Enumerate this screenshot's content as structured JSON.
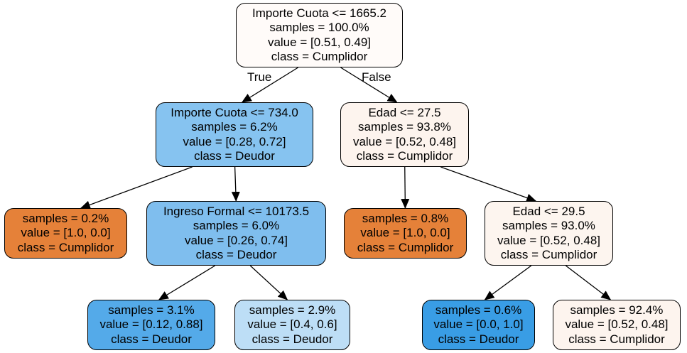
{
  "tree": {
    "nodes": [
      {
        "id": "n0",
        "lines": [
          "Importe Cuota <= 1665.2",
          "samples = 100.0%",
          "value = [0.51, 0.49]",
          "class = Cumplidor"
        ],
        "fill": "#fffbf9"
      },
      {
        "id": "n1",
        "lines": [
          "Importe Cuota <= 734.0",
          "samples = 6.2%",
          "value = [0.28, 0.72]",
          "class = Deudor"
        ],
        "fill": "#86c3f0"
      },
      {
        "id": "n2",
        "lines": [
          "Edad <= 27.5",
          "samples = 93.8%",
          "value = [0.52, 0.48]",
          "class = Cumplidor"
        ],
        "fill": "#fdf4ee"
      },
      {
        "id": "n3",
        "lines": [
          "samples = 0.2%",
          "value = [1.0, 0.0]",
          "class = Cumplidor"
        ],
        "fill": "#e58139"
      },
      {
        "id": "n4",
        "lines": [
          "Ingreso Formal <= 10173.5",
          "samples = 6.0%",
          "value = [0.26, 0.74]",
          "class = Deudor"
        ],
        "fill": "#7fbeee"
      },
      {
        "id": "n5",
        "lines": [
          "samples = 0.8%",
          "value = [1.0, 0.0]",
          "class = Cumplidor"
        ],
        "fill": "#e58139"
      },
      {
        "id": "n6",
        "lines": [
          "Edad <= 29.5",
          "samples = 93.0%",
          "value = [0.52, 0.48]",
          "class = Cumplidor"
        ],
        "fill": "#fdf5ef"
      },
      {
        "id": "n7",
        "lines": [
          "samples = 3.1%",
          "value = [0.12, 0.88]",
          "class = Deudor"
        ],
        "fill": "#54aae9"
      },
      {
        "id": "n8",
        "lines": [
          "samples = 2.9%",
          "value = [0.4, 0.6]",
          "class = Deudor"
        ],
        "fill": "#bddef6"
      },
      {
        "id": "n9",
        "lines": [
          "samples = 0.6%",
          "value = [0.0, 1.0]",
          "class = Deudor"
        ],
        "fill": "#399de5"
      },
      {
        "id": "n10",
        "lines": [
          "samples = 92.4%",
          "value = [0.52, 0.48]",
          "class = Cumplidor"
        ],
        "fill": "#fdf4ee"
      }
    ],
    "edges": [
      {
        "from": "n0",
        "to": "n1"
      },
      {
        "from": "n0",
        "to": "n2"
      },
      {
        "from": "n1",
        "to": "n3"
      },
      {
        "from": "n1",
        "to": "n4"
      },
      {
        "from": "n2",
        "to": "n5"
      },
      {
        "from": "n2",
        "to": "n6"
      },
      {
        "from": "n4",
        "to": "n7"
      },
      {
        "from": "n4",
        "to": "n8"
      },
      {
        "from": "n6",
        "to": "n9"
      },
      {
        "from": "n6",
        "to": "n10"
      }
    ],
    "edge_labels": {
      "true_label": "True",
      "false_label": "False"
    }
  }
}
